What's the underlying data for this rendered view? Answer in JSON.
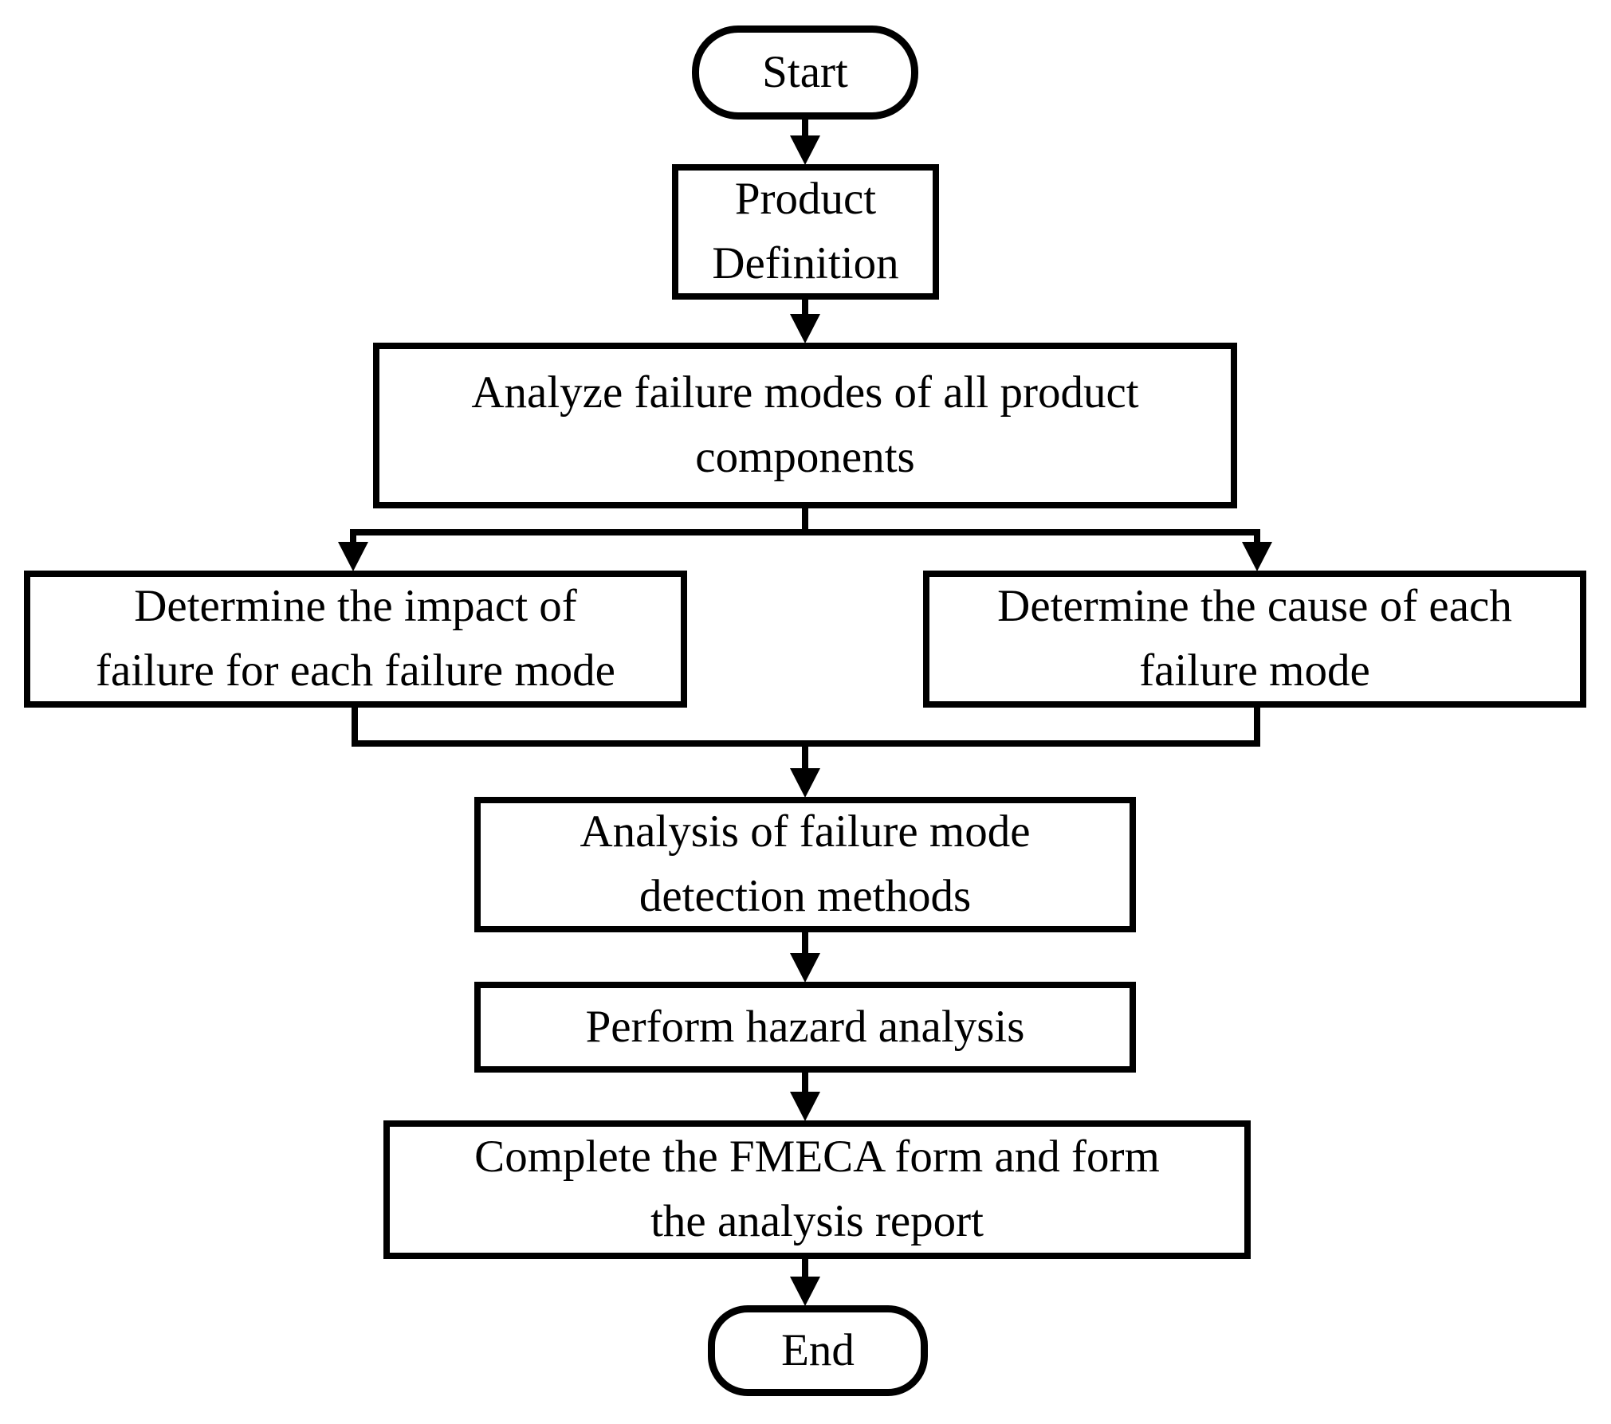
{
  "diagram": {
    "type": "flowchart",
    "colors": {
      "stroke": "#000000",
      "background": "#ffffff",
      "node_fill": "#ffffff",
      "text": "#000000"
    },
    "nodes": {
      "start": {
        "shape": "terminator",
        "label": "Start"
      },
      "product": {
        "shape": "process",
        "label": "Product\nDefinition"
      },
      "analyze": {
        "shape": "process",
        "label": "Analyze failure modes of all product\ncomponents"
      },
      "impact": {
        "shape": "process",
        "label": "Determine the impact of\nfailure for each failure mode"
      },
      "cause": {
        "shape": "process",
        "label": "Determine the cause of each\nfailure mode"
      },
      "detection": {
        "shape": "process",
        "label": "Analysis of failure mode\ndetection methods"
      },
      "hazard": {
        "shape": "process",
        "label": "Perform hazard analysis"
      },
      "fmeca": {
        "shape": "process",
        "label": "Complete the FMECA form and form\nthe analysis report"
      },
      "end": {
        "shape": "terminator",
        "label": "End"
      }
    },
    "edges": [
      {
        "from": "start",
        "to": "product"
      },
      {
        "from": "product",
        "to": "analyze"
      },
      {
        "from": "analyze",
        "to": "impact"
      },
      {
        "from": "analyze",
        "to": "cause"
      },
      {
        "from": "impact",
        "to": "detection"
      },
      {
        "from": "cause",
        "to": "detection"
      },
      {
        "from": "detection",
        "to": "hazard"
      },
      {
        "from": "hazard",
        "to": "fmeca"
      },
      {
        "from": "fmeca",
        "to": "end"
      }
    ]
  }
}
